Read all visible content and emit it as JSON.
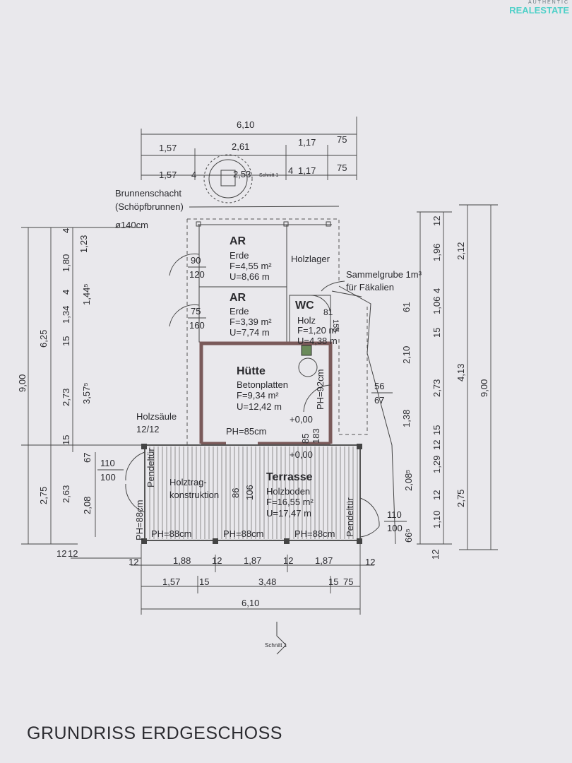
{
  "logo": {
    "line1": "AUTHENTIC",
    "line2": "REALESTATE"
  },
  "title": "GRUNDRISS ERDGESCHOSS",
  "labels": {
    "brunnen1": "Brunnenschacht",
    "brunnen2": "(Schöpfbrunnen)",
    "brunnen3": "ø140cm",
    "schnitt_top": "Schnitt 1",
    "schnitt_bottom": "Schnitt 1",
    "sammel1": "Sammelgrube 1m³",
    "sammel2": "für Fäkalien",
    "holzsaeule1": "Holzsäule",
    "holzsaeule2": "12/12",
    "holztrag1": "Holztrag-",
    "holztrag2": "konstruktion",
    "holzlager": "Holzlager",
    "pendeltuer": "Pendeltür",
    "niv1": "+0,00",
    "niv2": "+0,00"
  },
  "rooms": {
    "ar1": {
      "name": "AR",
      "floor": "Erde",
      "area": "F=4,55 m²",
      "perim": "U=8,66 m",
      "door_w": "90",
      "door_h": "120"
    },
    "ar2": {
      "name": "AR",
      "floor": "Erde",
      "area": "F=3,39 m²",
      "perim": "U=7,74 m",
      "door_w": "75",
      "door_h": "160"
    },
    "wc": {
      "name": "WC",
      "floor": "Holz",
      "area": "F=1,20 m²",
      "perim": "U=4,38 m",
      "door_w": "81",
      "door_h": "155"
    },
    "huette": {
      "name": "Hütte",
      "floor": "Betonplatten",
      "area": "F=9,34 m²",
      "perim": "U=12,42 m",
      "ph": "PH=85cm",
      "ph_side": "PH=92cm"
    },
    "terrasse": {
      "name": "Terrasse",
      "floor": "Holzboden",
      "area": "F=16,55 m²",
      "perim": "U=17,47 m",
      "ph_a": "PH=88cm",
      "ph_b": "PH=88cm",
      "ph_c": "PH=88cm",
      "ph_left": "PH=88cm"
    }
  },
  "dims": {
    "top_total": "6,10",
    "top_a": "1,57",
    "top_b": "2,61",
    "top_c": "1,17",
    "top_d": "75",
    "top2_a": "1,57",
    "top2_b": "4",
    "top2_c": "2,53",
    "top2_d": "4",
    "top2_e": "1,17",
    "top2_f": "75",
    "bot1_a": "12",
    "bot1_b": "1,88",
    "bot1_c": "12",
    "bot1_d": "1,87",
    "bot1_e": "12",
    "bot1_f": "1,87",
    "bot1_g": "12",
    "bot2_a": "1,57",
    "bot2_b": "15",
    "bot2_c": "3,48",
    "bot2_d": "15",
    "bot2_e": "75",
    "bot_total": "6,10",
    "left_total": "9,00",
    "left_a": "6,25",
    "left_b": "2,75",
    "left_c": "12",
    "left2_a": "4",
    "left2_b": "1,80",
    "left2_c": "4",
    "left2_d": "1,34",
    "left2_e": "15",
    "left2_f": "2,73",
    "left2_g": "15",
    "left2_h": "2,63",
    "left2_i": "12",
    "left3_a": "1,23",
    "left3_b": "1,44⁵",
    "left3_c": "3,57⁵",
    "left3_d": "67",
    "left3_e": "2,08",
    "terr_l1": "110",
    "terr_l2": "100",
    "terr_m1": "86",
    "terr_m2": "106",
    "h_85": "85",
    "h_183": "183",
    "wc_56": "56",
    "wc_67": "67",
    "right_total": "9,00",
    "right_a": "2,12",
    "right_b": "4,13",
    "right_c": "2,75",
    "right2_a": "12",
    "right2_b": "1,96",
    "right2_c": "4",
    "right2_d": "1,06",
    "right2_e": "15",
    "right2_f": "2,73",
    "right2_g": "15",
    "right2_h": "12",
    "right2_i": "1,29",
    "right2_j": "12",
    "right2_k": "1,10",
    "right2_l": "12",
    "right3_a": "61",
    "right3_b": "2,10",
    "right3_c": "1,38",
    "right3_d": "2,08⁵",
    "right3_e": "66⁵",
    "r_110": "110",
    "r_100": "100"
  }
}
